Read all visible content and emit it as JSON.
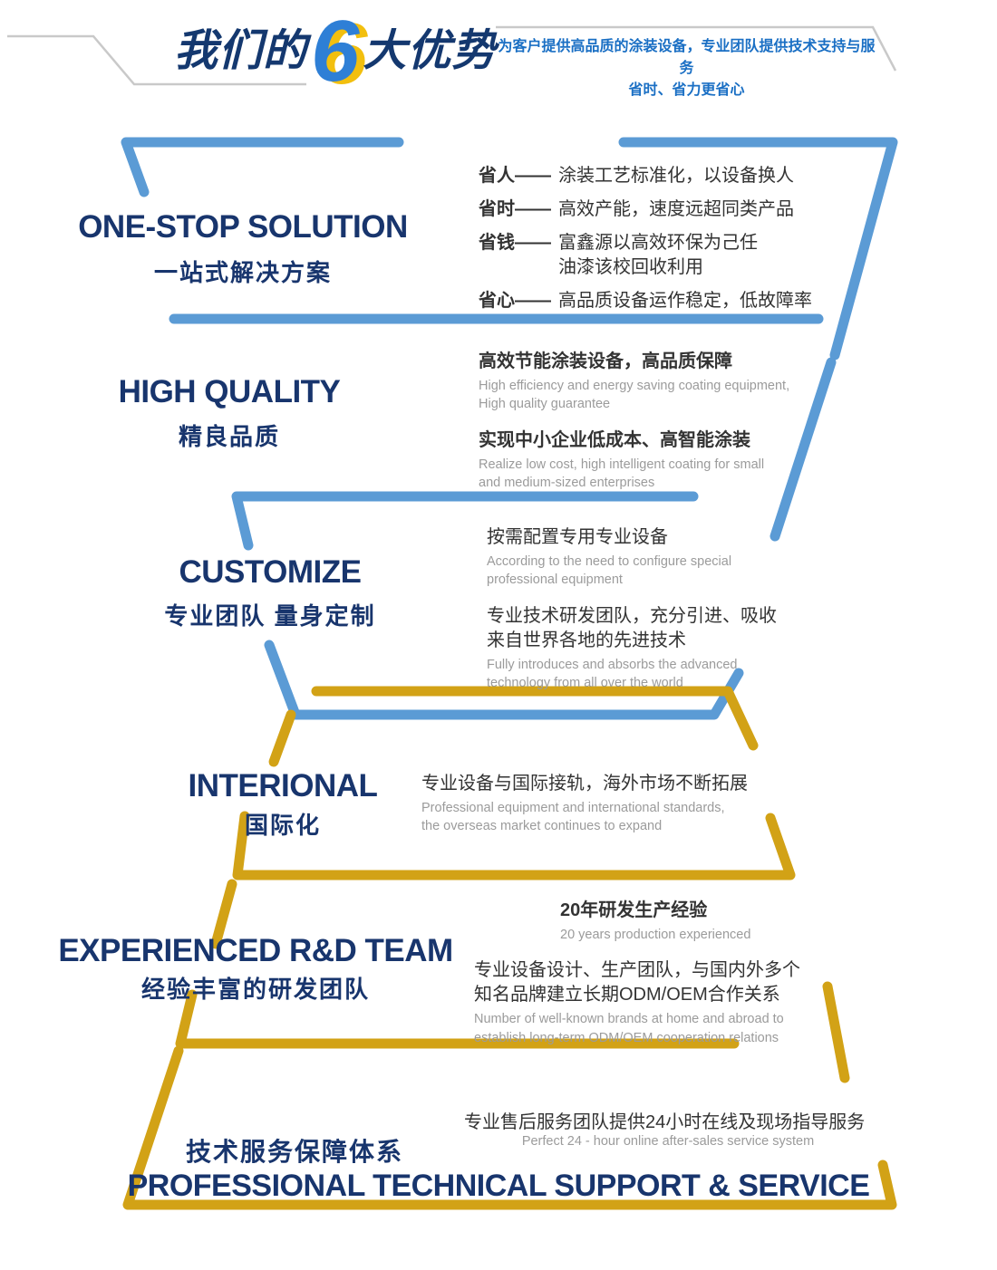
{
  "header": {
    "title_prefix": "我们的",
    "title_number": "6",
    "title_suffix": "大优势",
    "subtitle": "为客户提供高品质的涂装设备，专业团队提供技术支持与服务\n省时、省力更省心"
  },
  "colors": {
    "blue_line": "#5b9bd5",
    "gold_line": "#d2a216",
    "gray_line": "#c9c9c9",
    "navy_title": "#18356d",
    "six_blue": "#2e7fd6",
    "six_gold": "#f2bf0e"
  },
  "sections": [
    {
      "title_en": "ONE-STOP SOLUTION",
      "title_cn": "一站式解决方案",
      "items": [
        {
          "label": "省人——",
          "text": "涂装工艺标准化，以设备换人"
        },
        {
          "label": "省时——",
          "text": "高效产能，速度远超同类产品"
        },
        {
          "label": "省钱——",
          "text": "富鑫源以高效环保为己任\n油漆该校回收利用"
        },
        {
          "label": "省心——",
          "text": "高品质设备运作稳定，低故障率"
        }
      ]
    },
    {
      "title_en": "HIGH QUALITY",
      "title_cn": "精良品质",
      "blocks": [
        {
          "cn": "高效节能涂装设备，高品质保障",
          "en": "High efficiency and energy saving coating equipment,\nHigh quality guarantee"
        },
        {
          "cn": "实现中小企业低成本、高智能涂装",
          "en": "Realize low cost, high intelligent coating for small\nand medium-sized enterprises"
        }
      ]
    },
    {
      "title_en": "CUSTOMIZE",
      "title_cn": "专业团队 量身定制",
      "blocks": [
        {
          "cn": "按需配置专用专业设备",
          "en": "According to the need to configure special\nprofessional equipment"
        },
        {
          "cn": "专业技术研发团队，充分引进、吸收\n来自世界各地的先进技术",
          "en": "Fully introduces and absorbs the advanced\ntechnology from all over the world"
        }
      ]
    },
    {
      "title_en": "INTERIONAL",
      "title_cn": "国际化",
      "blocks": [
        {
          "cn": "专业设备与国际接轨，海外市场不断拓展",
          "en": "Professional equipment and international standards,\nthe overseas market continues to expand"
        }
      ]
    },
    {
      "title_en": "EXPERIENCED R&D TEAM",
      "title_cn": "经验丰富的研发团队",
      "blocks": [
        {
          "cn": "20年研发生产经验",
          "en": "20 years production experienced"
        },
        {
          "cn": "专业设备设计、生产团队，与国内外多个\n知名品牌建立长期ODM/OEM合作关系",
          "en": "Number of well-known brands at home and abroad to\nestablish long-term ODM/OEM cooperation relations"
        }
      ]
    },
    {
      "title_cn": "技术服务保障体系",
      "title_en": "PROFESSIONAL TECHNICAL SUPPORT & SERVICE",
      "blocks": [
        {
          "cn": "专业售后服务团队提供24小时在线及现场指导服务",
          "en": "Perfect 24 - hour online after-sales service system"
        }
      ]
    }
  ]
}
